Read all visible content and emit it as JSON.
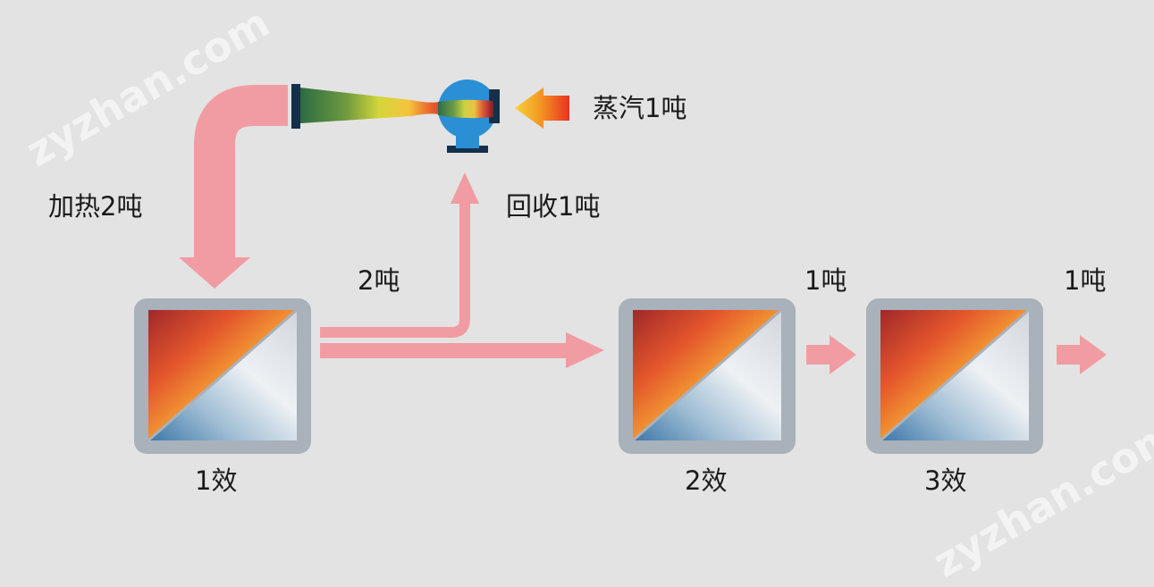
{
  "colors": {
    "background": "#e3e3e3",
    "arrow": "#f19ca2",
    "frame": "#a9b1bb",
    "pump_blue": "#2b8fd6"
  },
  "labels": {
    "steam": "蒸汽1吨",
    "heating": "加热2吨",
    "recovered": "回收1吨",
    "flow_2t": "2吨",
    "flow_1t_a": "1吨",
    "flow_1t_b": "1吨"
  },
  "effects": [
    {
      "label": "1效"
    },
    {
      "label": "2效"
    },
    {
      "label": "3效"
    }
  ],
  "watermark": "zyzhan.com"
}
